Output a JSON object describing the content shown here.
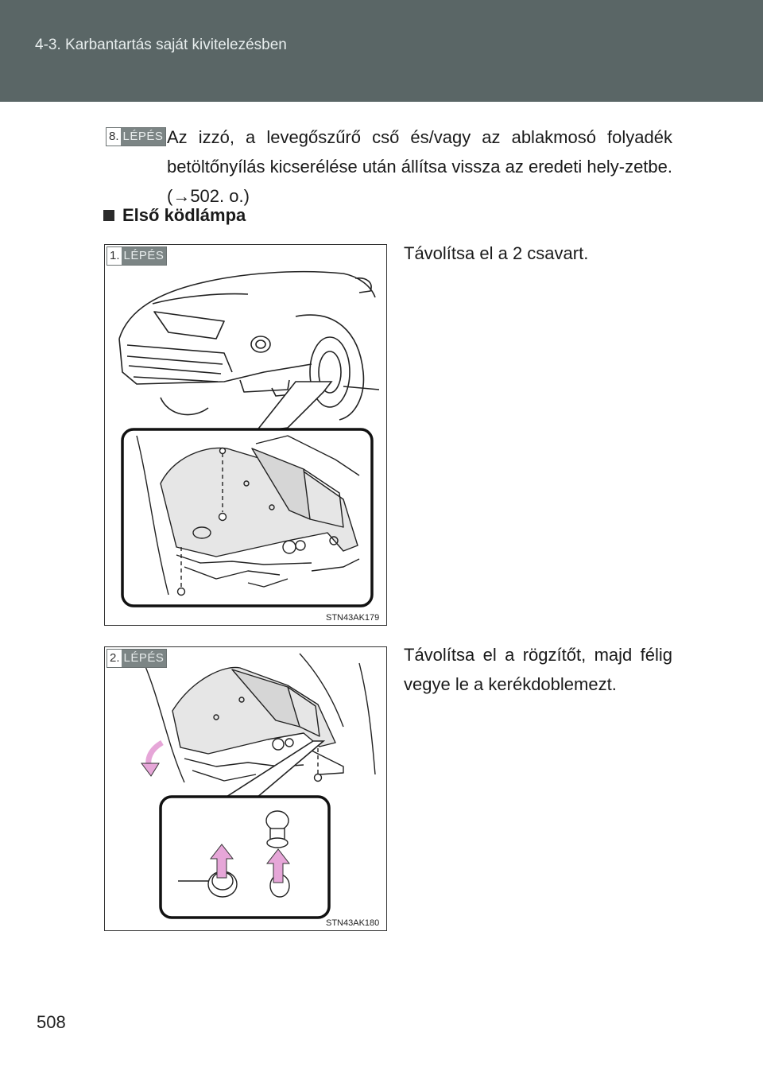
{
  "header": {
    "section_title": "4-3. Karbantartás saját kivitelezésben"
  },
  "step_badge_label": "LÉPÉS",
  "intro_step": {
    "number": "8.",
    "text": "Az izzó, a levegőszűrő cső és/vagy az ablakmosó folyadék betöltőnyílás kicserélése után állítsa vissza az eredeti hely-zetbe. (→502. o.)"
  },
  "section": {
    "heading": "Első ködlámpa"
  },
  "steps": [
    {
      "number": "1.",
      "text": "Távolítsa el a 2 csavart.",
      "figure_code": "STN43AK179"
    },
    {
      "number": "2.",
      "text": "Távolítsa el a rögzítőt, majd félig vegye le a kerékdoblemezt.",
      "figure_code": "STN43AK180"
    }
  ],
  "page_number": "508",
  "colors": {
    "header_band": "#5a6666",
    "badge_label_bg": "#7c8585",
    "arrow_pink": "#e6a6d8"
  }
}
